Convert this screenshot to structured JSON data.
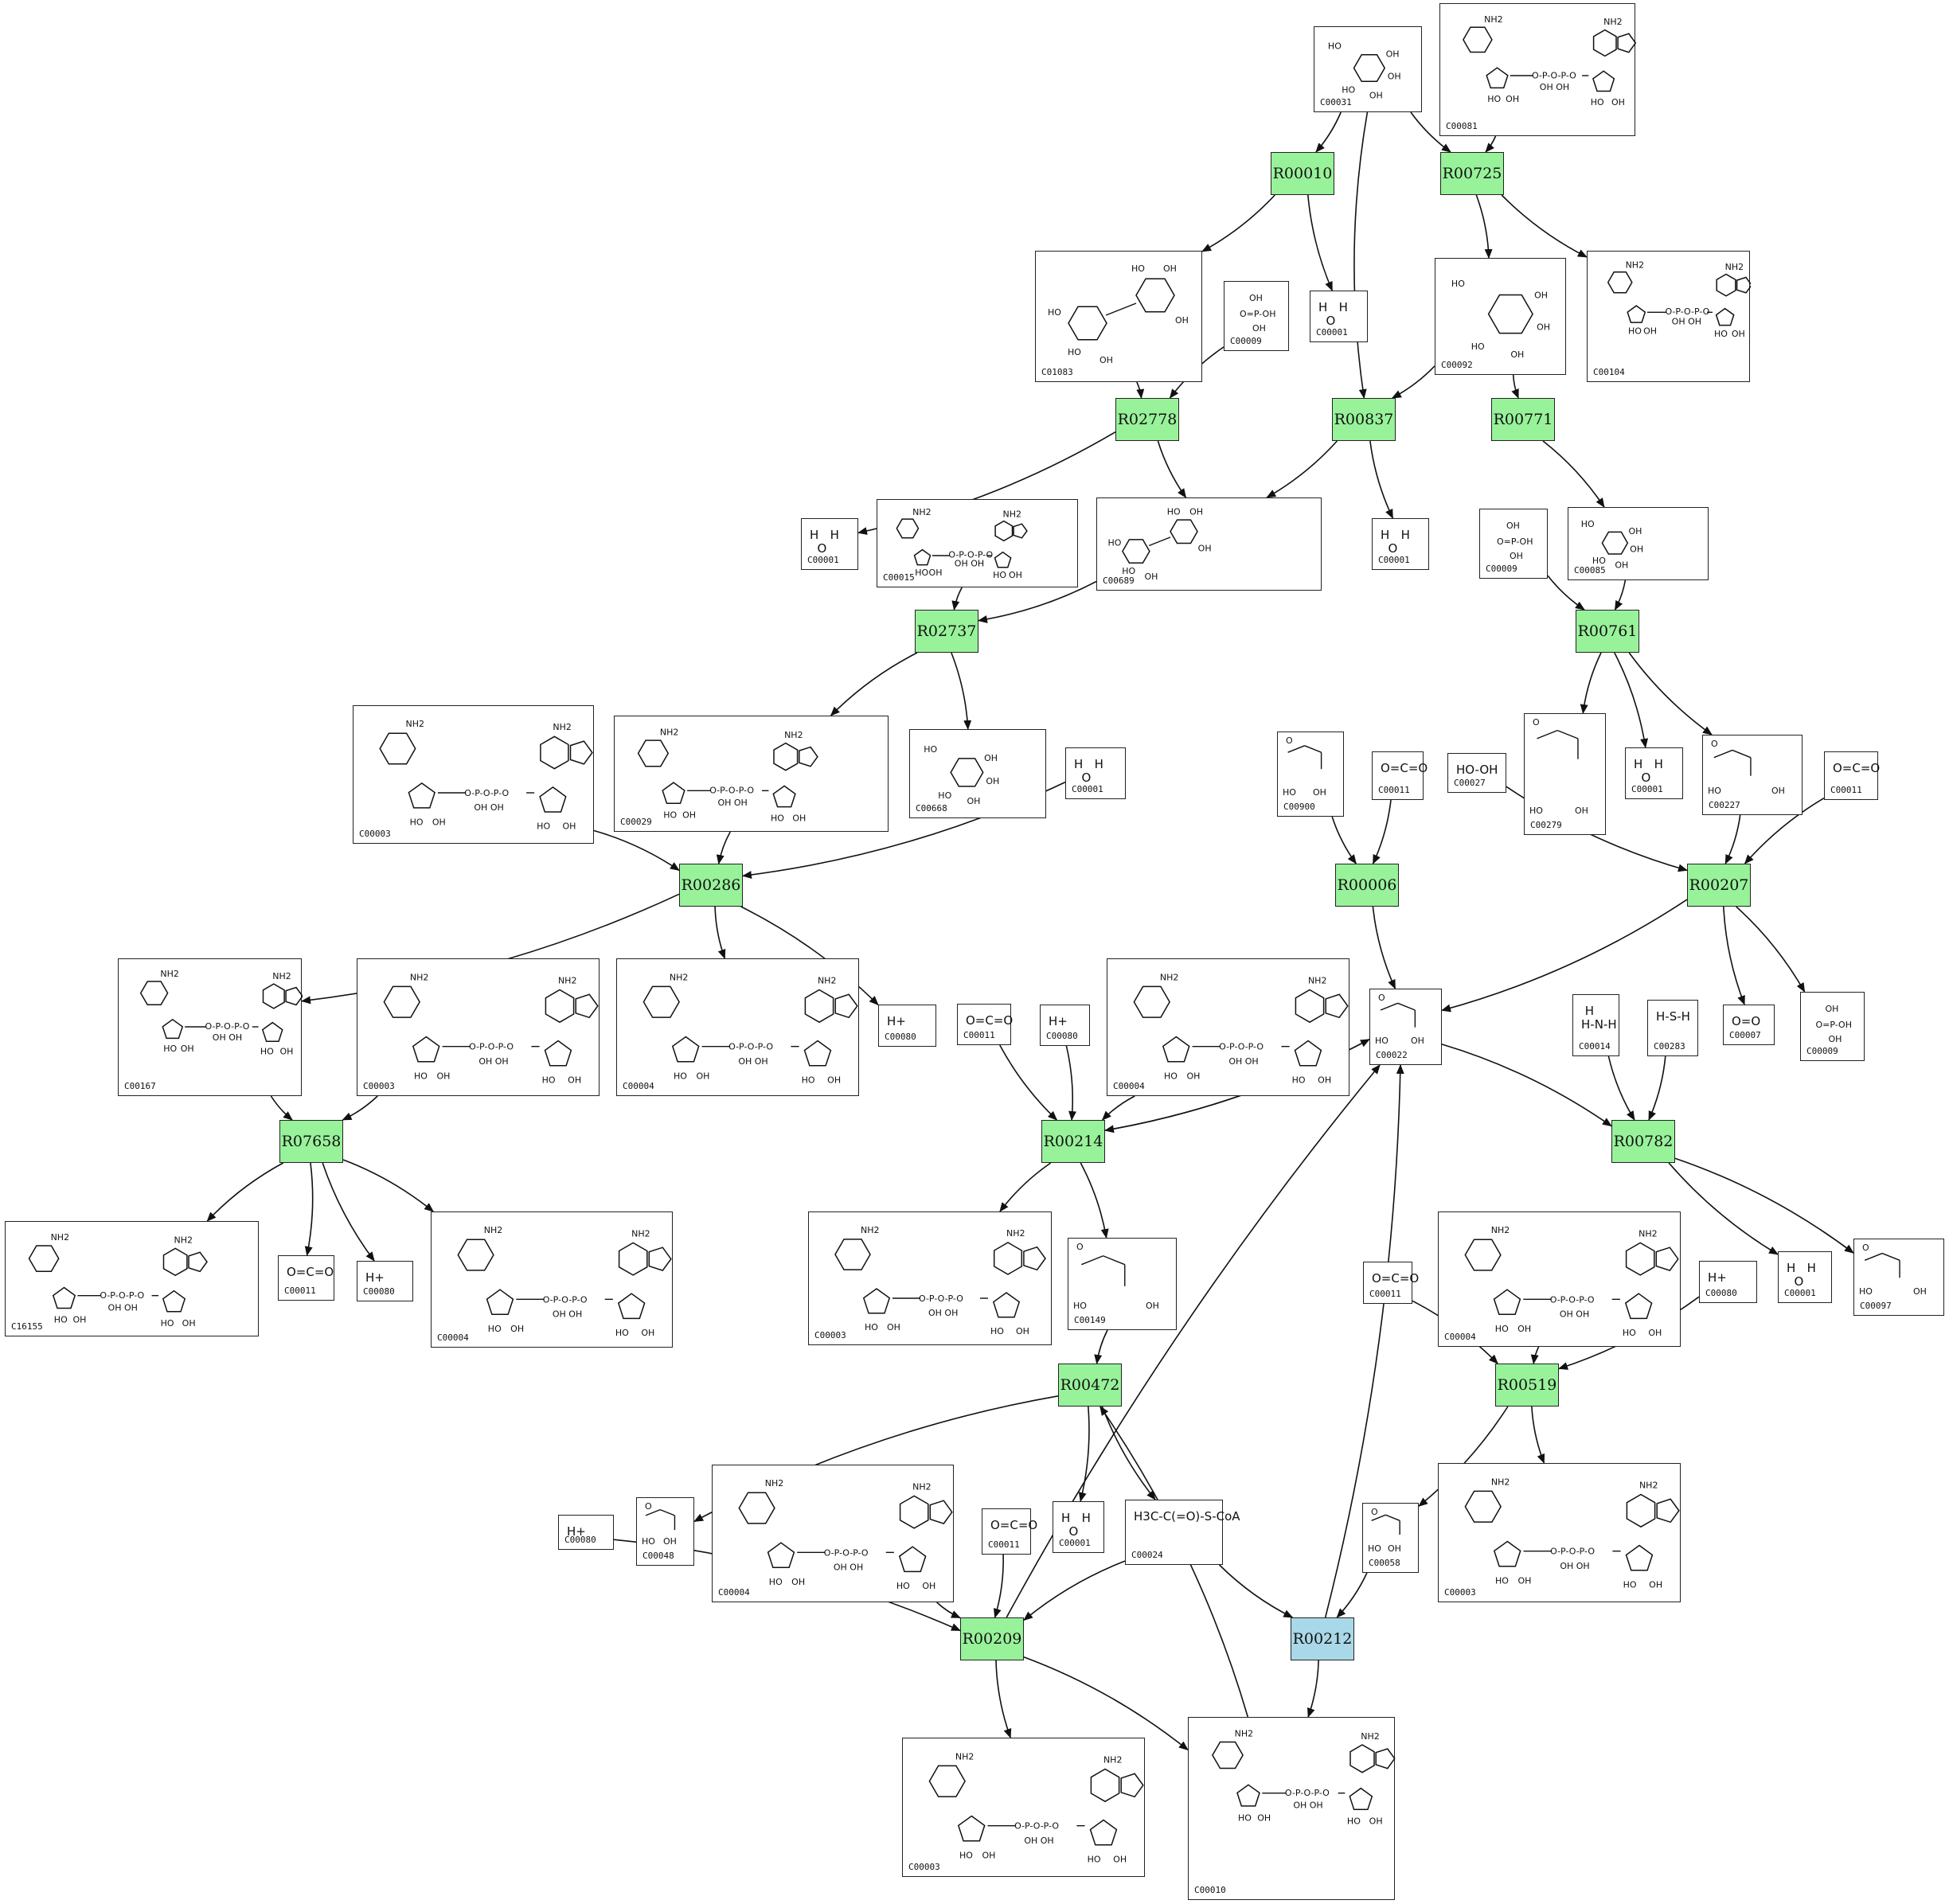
{
  "colors": {
    "reaction_default": "#98f29a",
    "reaction_highlight": "#a9d8e8",
    "edge": "#111111",
    "border": "#222222"
  },
  "reactions": [
    {
      "id": "r_R00010",
      "label": "R00010",
      "color": "green"
    },
    {
      "id": "r_R00725",
      "label": "R00725",
      "color": "green"
    },
    {
      "id": "r_R02778",
      "label": "R02778",
      "color": "green"
    },
    {
      "id": "r_R00837",
      "label": "R00837",
      "color": "green"
    },
    {
      "id": "r_R00771",
      "label": "R00771",
      "color": "green"
    },
    {
      "id": "r_R02737",
      "label": "R02737",
      "color": "green"
    },
    {
      "id": "r_R00761",
      "label": "R00761",
      "color": "green"
    },
    {
      "id": "r_R00286",
      "label": "R00286",
      "color": "green"
    },
    {
      "id": "r_R00006",
      "label": "R00006",
      "color": "green"
    },
    {
      "id": "r_R00207",
      "label": "R00207",
      "color": "green"
    },
    {
      "id": "r_R07658",
      "label": "R07658",
      "color": "green"
    },
    {
      "id": "r_R00214",
      "label": "R00214",
      "color": "green"
    },
    {
      "id": "r_R00782",
      "label": "R00782",
      "color": "green"
    },
    {
      "id": "r_R00472",
      "label": "R00472",
      "color": "green"
    },
    {
      "id": "r_R00519",
      "label": "R00519",
      "color": "green"
    },
    {
      "id": "r_R00209",
      "label": "R00209",
      "color": "green"
    },
    {
      "id": "r_R00212",
      "label": "R00212",
      "color": "blue"
    }
  ],
  "compounds": [
    {
      "id": "c1",
      "label": "C00031",
      "kind": "sugar"
    },
    {
      "id": "c2",
      "label": "C00081",
      "kind": "nucleotide"
    },
    {
      "id": "c3",
      "label": "C01083",
      "kind": "disaccharide"
    },
    {
      "id": "c4",
      "label": "C00009",
      "kind": "phosphate"
    },
    {
      "id": "c5",
      "label": "C00001",
      "kind": "formula",
      "formula": "H   H\n  O"
    },
    {
      "id": "c6",
      "label": "C00092",
      "kind": "sugar"
    },
    {
      "id": "c7",
      "label": "C00104",
      "kind": "nucleotide"
    },
    {
      "id": "c8",
      "label": "C00001",
      "kind": "formula",
      "formula": "H   H\n  O"
    },
    {
      "id": "c9",
      "label": "C00015",
      "kind": "nucleotide"
    },
    {
      "id": "c10",
      "label": "C00689",
      "kind": "disaccharide"
    },
    {
      "id": "c11",
      "label": "C00001",
      "kind": "formula",
      "formula": "H   H\n  O"
    },
    {
      "id": "c12",
      "label": "C00009",
      "kind": "phosphate"
    },
    {
      "id": "c13",
      "label": "C00085",
      "kind": "sugar"
    },
    {
      "id": "c14",
      "label": "C00003",
      "kind": "nucleotide"
    },
    {
      "id": "c15",
      "label": "C00029",
      "kind": "nucleotide"
    },
    {
      "id": "c16",
      "label": "C00668",
      "kind": "sugar"
    },
    {
      "id": "c17",
      "label": "C00001",
      "kind": "formula",
      "formula": "H   H\n  O"
    },
    {
      "id": "c18",
      "label": "C00900",
      "kind": "small"
    },
    {
      "id": "c19",
      "label": "C00011",
      "kind": "formula",
      "formula": "O=C=O"
    },
    {
      "id": "c20",
      "label": "C00027",
      "kind": "formula",
      "formula": "HO-OH"
    },
    {
      "id": "c21",
      "label": "C00279",
      "kind": "small"
    },
    {
      "id": "c22",
      "label": "C00001",
      "kind": "formula",
      "formula": "H   H\n  O"
    },
    {
      "id": "c23",
      "label": "C00227",
      "kind": "small"
    },
    {
      "id": "c24",
      "label": "C00011",
      "kind": "formula",
      "formula": "O=C=O"
    },
    {
      "id": "c25",
      "label": "C00167",
      "kind": "nucleotide"
    },
    {
      "id": "c26",
      "label": "C00003",
      "kind": "nucleotide"
    },
    {
      "id": "c27",
      "label": "C00004",
      "kind": "nucleotide"
    },
    {
      "id": "c28",
      "label": "C00080",
      "kind": "formula",
      "formula": "H+"
    },
    {
      "id": "c29",
      "label": "C00011",
      "kind": "formula",
      "formula": "O=C=O"
    },
    {
      "id": "c30",
      "label": "C00080",
      "kind": "formula",
      "formula": "H+"
    },
    {
      "id": "c31",
      "label": "C00004",
      "kind": "nucleotide"
    },
    {
      "id": "c32",
      "label": "C00022",
      "kind": "small"
    },
    {
      "id": "c33",
      "label": "C00014",
      "kind": "formula",
      "formula": " H\nH-N-H"
    },
    {
      "id": "c34",
      "label": "C00283",
      "kind": "formula",
      "formula": "H-S-H"
    },
    {
      "id": "c35",
      "label": "C00007",
      "kind": "formula",
      "formula": "O=O"
    },
    {
      "id": "c36",
      "label": "C00009",
      "kind": "phosphate"
    },
    {
      "id": "c37",
      "label": "C16155",
      "kind": "nucleotide"
    },
    {
      "id": "c38",
      "label": "C00011",
      "kind": "formula",
      "formula": "O=C=O"
    },
    {
      "id": "c39",
      "label": "C00080",
      "kind": "formula",
      "formula": "H+"
    },
    {
      "id": "c40",
      "label": "C00004",
      "kind": "nucleotide"
    },
    {
      "id": "c41",
      "label": "C00003",
      "kind": "nucleotide"
    },
    {
      "id": "c42",
      "label": "C00149",
      "kind": "small"
    },
    {
      "id": "c43",
      "label": "C00004",
      "kind": "nucleotide"
    },
    {
      "id": "c44",
      "label": "C00011",
      "kind": "formula",
      "formula": "O=C=O"
    },
    {
      "id": "c45",
      "label": "C00080",
      "kind": "formula",
      "formula": "H+"
    },
    {
      "id": "c46",
      "label": "C00001",
      "kind": "formula",
      "formula": "H   H\n  O"
    },
    {
      "id": "c47",
      "label": "C00097",
      "kind": "small"
    },
    {
      "id": "c48",
      "label": "C00080",
      "kind": "formula",
      "formula": "H+"
    },
    {
      "id": "c49",
      "label": "C00048",
      "kind": "small"
    },
    {
      "id": "c50",
      "label": "C00004",
      "kind": "nucleotide"
    },
    {
      "id": "c51",
      "label": "C00011",
      "kind": "formula",
      "formula": "O=C=O"
    },
    {
      "id": "c52",
      "label": "C00001",
      "kind": "formula",
      "formula": "H   H\n  O"
    },
    {
      "id": "c53",
      "label": "C00024",
      "kind": "formula",
      "formula": "H3C-C(=O)-S-CoA"
    },
    {
      "id": "c54",
      "label": "C00058",
      "kind": "small"
    },
    {
      "id": "c55",
      "label": "C00003",
      "kind": "nucleotide"
    },
    {
      "id": "c56",
      "label": "C00003",
      "kind": "nucleotide"
    },
    {
      "id": "c57",
      "label": "C00010",
      "kind": "nucleotide"
    }
  ],
  "edges": [
    [
      "c1",
      "r_R00010"
    ],
    [
      "c1",
      "r_R00725"
    ],
    [
      "c2",
      "r_R00725"
    ],
    [
      "c1",
      "r_R00837"
    ],
    [
      "r_R00010",
      "c3"
    ],
    [
      "r_R00010",
      "c5"
    ],
    [
      "r_R00725",
      "c6"
    ],
    [
      "r_R00725",
      "c7"
    ],
    [
      "c3",
      "r_R02778"
    ],
    [
      "c4",
      "r_R02778"
    ],
    [
      "c6",
      "r_R00837"
    ],
    [
      "c6",
      "r_R00771"
    ],
    [
      "r_R02778",
      "c8"
    ],
    [
      "r_R02778",
      "c10"
    ],
    [
      "r_R00837",
      "c10"
    ],
    [
      "r_R00837",
      "c11"
    ],
    [
      "r_R00771",
      "c13"
    ],
    [
      "c9",
      "r_R02737"
    ],
    [
      "c10",
      "r_R02737"
    ],
    [
      "c12",
      "r_R00761"
    ],
    [
      "c13",
      "r_R00761"
    ],
    [
      "r_R02737",
      "c15"
    ],
    [
      "r_R02737",
      "c16"
    ],
    [
      "r_R00761",
      "c21"
    ],
    [
      "r_R00761",
      "c22"
    ],
    [
      "r_R00761",
      "c23"
    ],
    [
      "c14",
      "r_R00286"
    ],
    [
      "c15",
      "r_R00286"
    ],
    [
      "c17",
      "r_R00286"
    ],
    [
      "c18",
      "r_R00006"
    ],
    [
      "c19",
      "r_R00006"
    ],
    [
      "c20",
      "r_R00207"
    ],
    [
      "c23",
      "r_R00207"
    ],
    [
      "c24",
      "r_R00207"
    ],
    [
      "r_R00286",
      "c25"
    ],
    [
      "r_R00286",
      "c27"
    ],
    [
      "r_R00286",
      "c28"
    ],
    [
      "r_R00006",
      "c32"
    ],
    [
      "r_R00207",
      "c32"
    ],
    [
      "r_R00207",
      "c35"
    ],
    [
      "r_R00207",
      "c36"
    ],
    [
      "c25",
      "r_R07658"
    ],
    [
      "c26",
      "r_R07658"
    ],
    [
      "c29",
      "r_R00214"
    ],
    [
      "c30",
      "r_R00214"
    ],
    [
      "c31",
      "r_R00214"
    ],
    [
      "c32",
      "r_R00214"
    ],
    [
      "r_R00214",
      "c32"
    ],
    [
      "c32",
      "r_R00782"
    ],
    [
      "c33",
      "r_R00782"
    ],
    [
      "c34",
      "r_R00782"
    ],
    [
      "r_R07658",
      "c37"
    ],
    [
      "r_R07658",
      "c38"
    ],
    [
      "r_R07658",
      "c39"
    ],
    [
      "r_R07658",
      "c40"
    ],
    [
      "r_R00214",
      "c41"
    ],
    [
      "r_R00214",
      "c42"
    ],
    [
      "r_R00782",
      "c46"
    ],
    [
      "r_R00782",
      "c47"
    ],
    [
      "c42",
      "r_R00472"
    ],
    [
      "c44",
      "r_R00519"
    ],
    [
      "c43",
      "r_R00519"
    ],
    [
      "c45",
      "r_R00519"
    ],
    [
      "r_R00472",
      "c49"
    ],
    [
      "r_R00472",
      "c52"
    ],
    [
      "r_R00472",
      "c53"
    ],
    [
      "r_R00519",
      "c54"
    ],
    [
      "r_R00519",
      "c55"
    ],
    [
      "c48",
      "r_R00209"
    ],
    [
      "c50",
      "r_R00209"
    ],
    [
      "c51",
      "r_R00209"
    ],
    [
      "c53",
      "r_R00209"
    ],
    [
      "r_R00209",
      "c32"
    ],
    [
      "r_R00209",
      "c56"
    ],
    [
      "r_R00209",
      "c57"
    ],
    [
      "c53",
      "r_R00212"
    ],
    [
      "c54",
      "r_R00212"
    ],
    [
      "r_R00212",
      "c32"
    ],
    [
      "r_R00212",
      "c57"
    ],
    [
      "c57",
      "r_R00472"
    ]
  ]
}
